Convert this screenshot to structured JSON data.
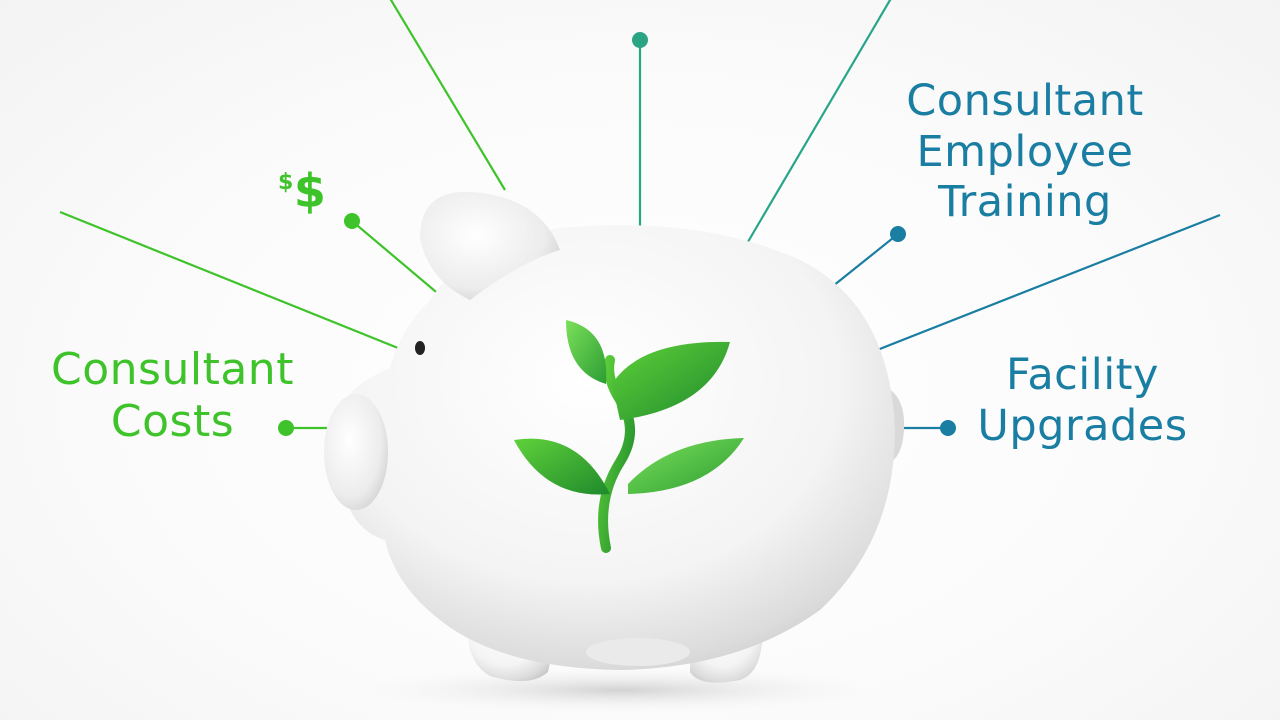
{
  "labels": {
    "consultant_costs": [
      "Consultant",
      "Costs"
    ],
    "dollar_sign_small": "$",
    "dollar_sign_large": "$",
    "consultant_training": [
      "Consultant",
      "Employee",
      "Training"
    ],
    "facility_upgrades": [
      "Facility",
      "Upgrades"
    ]
  },
  "colors": {
    "green": "#3ec32a",
    "teal": "#1a7ea3",
    "leaf_dark": "#1f8a2c",
    "leaf_light": "#5fd13a"
  },
  "icons": {
    "center": "piggy-bank-icon",
    "emblem": "sprout-icon"
  }
}
